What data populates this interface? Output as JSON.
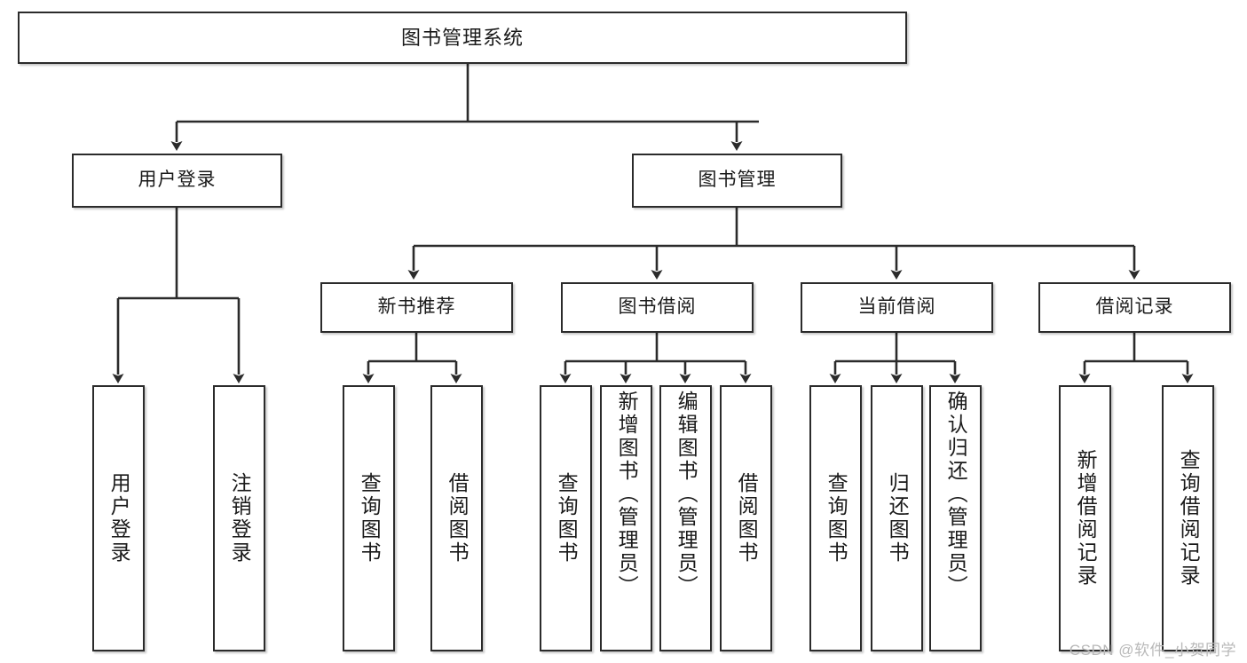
{
  "diagram": {
    "title": "图书管理系统",
    "type": "tree",
    "watermark": "CSDN @软件_小贺同学",
    "colors": {
      "background": "#ffffff",
      "box_border": "#2b2b2b",
      "box_fill": "#ffffff",
      "connector": "#2b2b2b",
      "text": "#1a1a1a",
      "watermark": "#b9b9b9"
    },
    "nodes": {
      "root": {
        "label": "图书管理系统",
        "level": 1
      },
      "user_login": {
        "label": "用户登录",
        "level": 2
      },
      "book_manage": {
        "label": "图书管理",
        "level": 2
      },
      "new_book_rec": {
        "label": "新书推荐",
        "level": 3
      },
      "book_borrow": {
        "label": "图书借阅",
        "level": 3
      },
      "current_borrow": {
        "label": "当前借阅",
        "level": 3
      },
      "borrow_record": {
        "label": "借阅记录",
        "level": 3
      },
      "leaf_user_login": {
        "label": "用户登录",
        "level": 3
      },
      "leaf_logout": {
        "label": "注销登录",
        "level": 3
      },
      "leaf_query_book_1": {
        "label": "查询图书",
        "level": 4
      },
      "leaf_borrow_book_1": {
        "label": "借阅图书",
        "level": 4
      },
      "leaf_query_book_2": {
        "label": "查询图书",
        "level": 4
      },
      "leaf_add_book": {
        "label": "新增图书（管理员）",
        "level": 4
      },
      "leaf_edit_book": {
        "label": "编辑图书（管理员）",
        "level": 4
      },
      "leaf_borrow_book_2": {
        "label": "借阅图书",
        "level": 4
      },
      "leaf_query_book_3": {
        "label": "查询图书",
        "level": 4
      },
      "leaf_return_book": {
        "label": "归还图书",
        "level": 4
      },
      "leaf_confirm_return": {
        "label": "确认归还（管理员）",
        "level": 4
      },
      "leaf_add_record": {
        "label": "新增借阅记录",
        "level": 4
      },
      "leaf_query_record": {
        "label": "查询借阅记录",
        "level": 4
      }
    },
    "edges": [
      {
        "from": "root",
        "to": "user_login"
      },
      {
        "from": "root",
        "to": "book_manage"
      },
      {
        "from": "user_login",
        "to": "leaf_user_login"
      },
      {
        "from": "user_login",
        "to": "leaf_logout"
      },
      {
        "from": "book_manage",
        "to": "new_book_rec"
      },
      {
        "from": "book_manage",
        "to": "book_borrow"
      },
      {
        "from": "book_manage",
        "to": "current_borrow"
      },
      {
        "from": "book_manage",
        "to": "borrow_record"
      },
      {
        "from": "new_book_rec",
        "to": "leaf_query_book_1"
      },
      {
        "from": "new_book_rec",
        "to": "leaf_borrow_book_1"
      },
      {
        "from": "book_borrow",
        "to": "leaf_query_book_2"
      },
      {
        "from": "book_borrow",
        "to": "leaf_add_book"
      },
      {
        "from": "book_borrow",
        "to": "leaf_edit_book"
      },
      {
        "from": "book_borrow",
        "to": "leaf_borrow_book_2"
      },
      {
        "from": "current_borrow",
        "to": "leaf_query_book_3"
      },
      {
        "from": "current_borrow",
        "to": "leaf_return_book"
      },
      {
        "from": "current_borrow",
        "to": "leaf_confirm_return"
      },
      {
        "from": "borrow_record",
        "to": "leaf_add_record"
      },
      {
        "from": "borrow_record",
        "to": "leaf_query_record"
      }
    ]
  }
}
